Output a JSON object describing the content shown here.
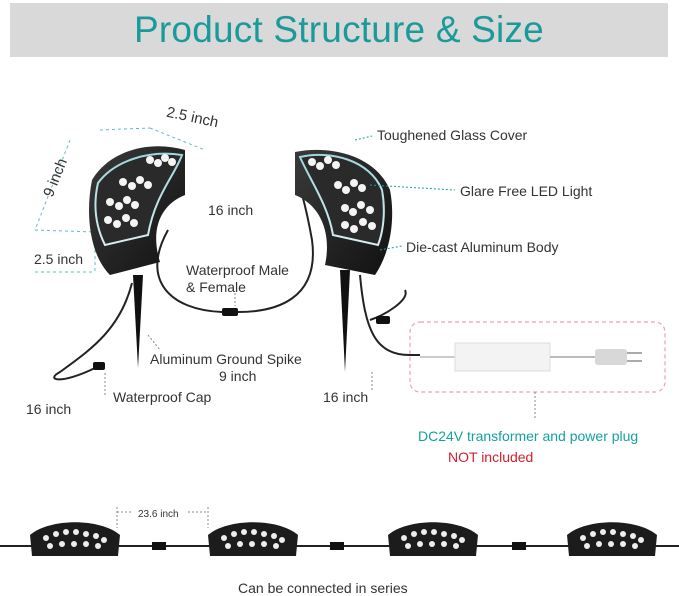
{
  "header": {
    "title": "Product Structure & Size"
  },
  "dimensions": {
    "top_width": "2.5 inch",
    "length": "9 inch",
    "height": "2.5 inch",
    "cable_between": "16 inch",
    "cable_left": "16 inch",
    "cable_right": "16 inch",
    "spike_length": "9 inch",
    "spacing": "23.6 inch"
  },
  "callouts": {
    "glass_cover": "Toughened Glass Cover",
    "led": "Glare Free LED Light",
    "body": "Die-cast Aluminum Body",
    "connector_line1": "Waterproof Male",
    "connector_line2": "& Female",
    "spike": "Aluminum Ground Spike",
    "cap": "Waterproof Cap"
  },
  "transformer": {
    "line1": "DC24V transformer and power plug",
    "line2": "NOT included"
  },
  "series": {
    "caption": "Can be connected in series"
  },
  "colors": {
    "accent": "#1a9a9a",
    "warning": "#d2202d",
    "banner": "#d9d9d9",
    "fixture": "#1c1c1c",
    "dashed_box": "#f0a0b0"
  }
}
